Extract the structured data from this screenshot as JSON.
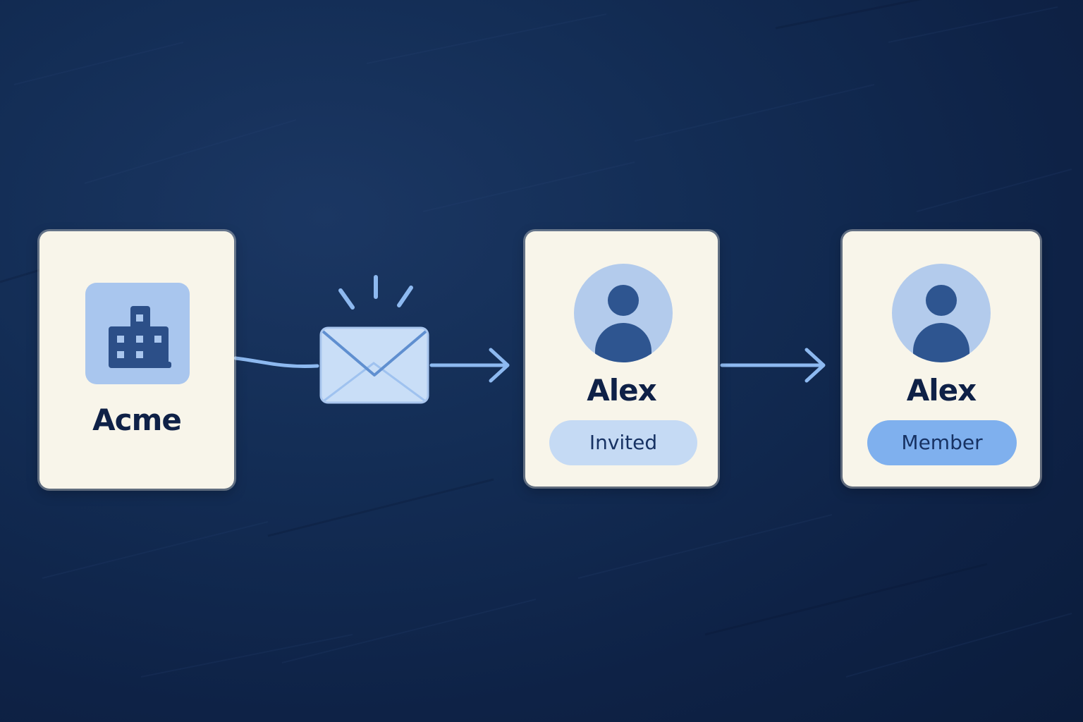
{
  "organization": {
    "name": "Acme",
    "icon": "building-icon"
  },
  "invitation": {
    "icon": "envelope-icon"
  },
  "steps": [
    {
      "name": "Alex",
      "status": "Invited",
      "icon": "user-avatar-icon"
    },
    {
      "name": "Alex",
      "status": "Member",
      "icon": "user-avatar-icon"
    }
  ],
  "colors": {
    "background": "#102850",
    "card": "#f8f5ea",
    "accent": "#7fb0ee",
    "accent_light": "#c5daf4",
    "text": "#0f2147"
  }
}
